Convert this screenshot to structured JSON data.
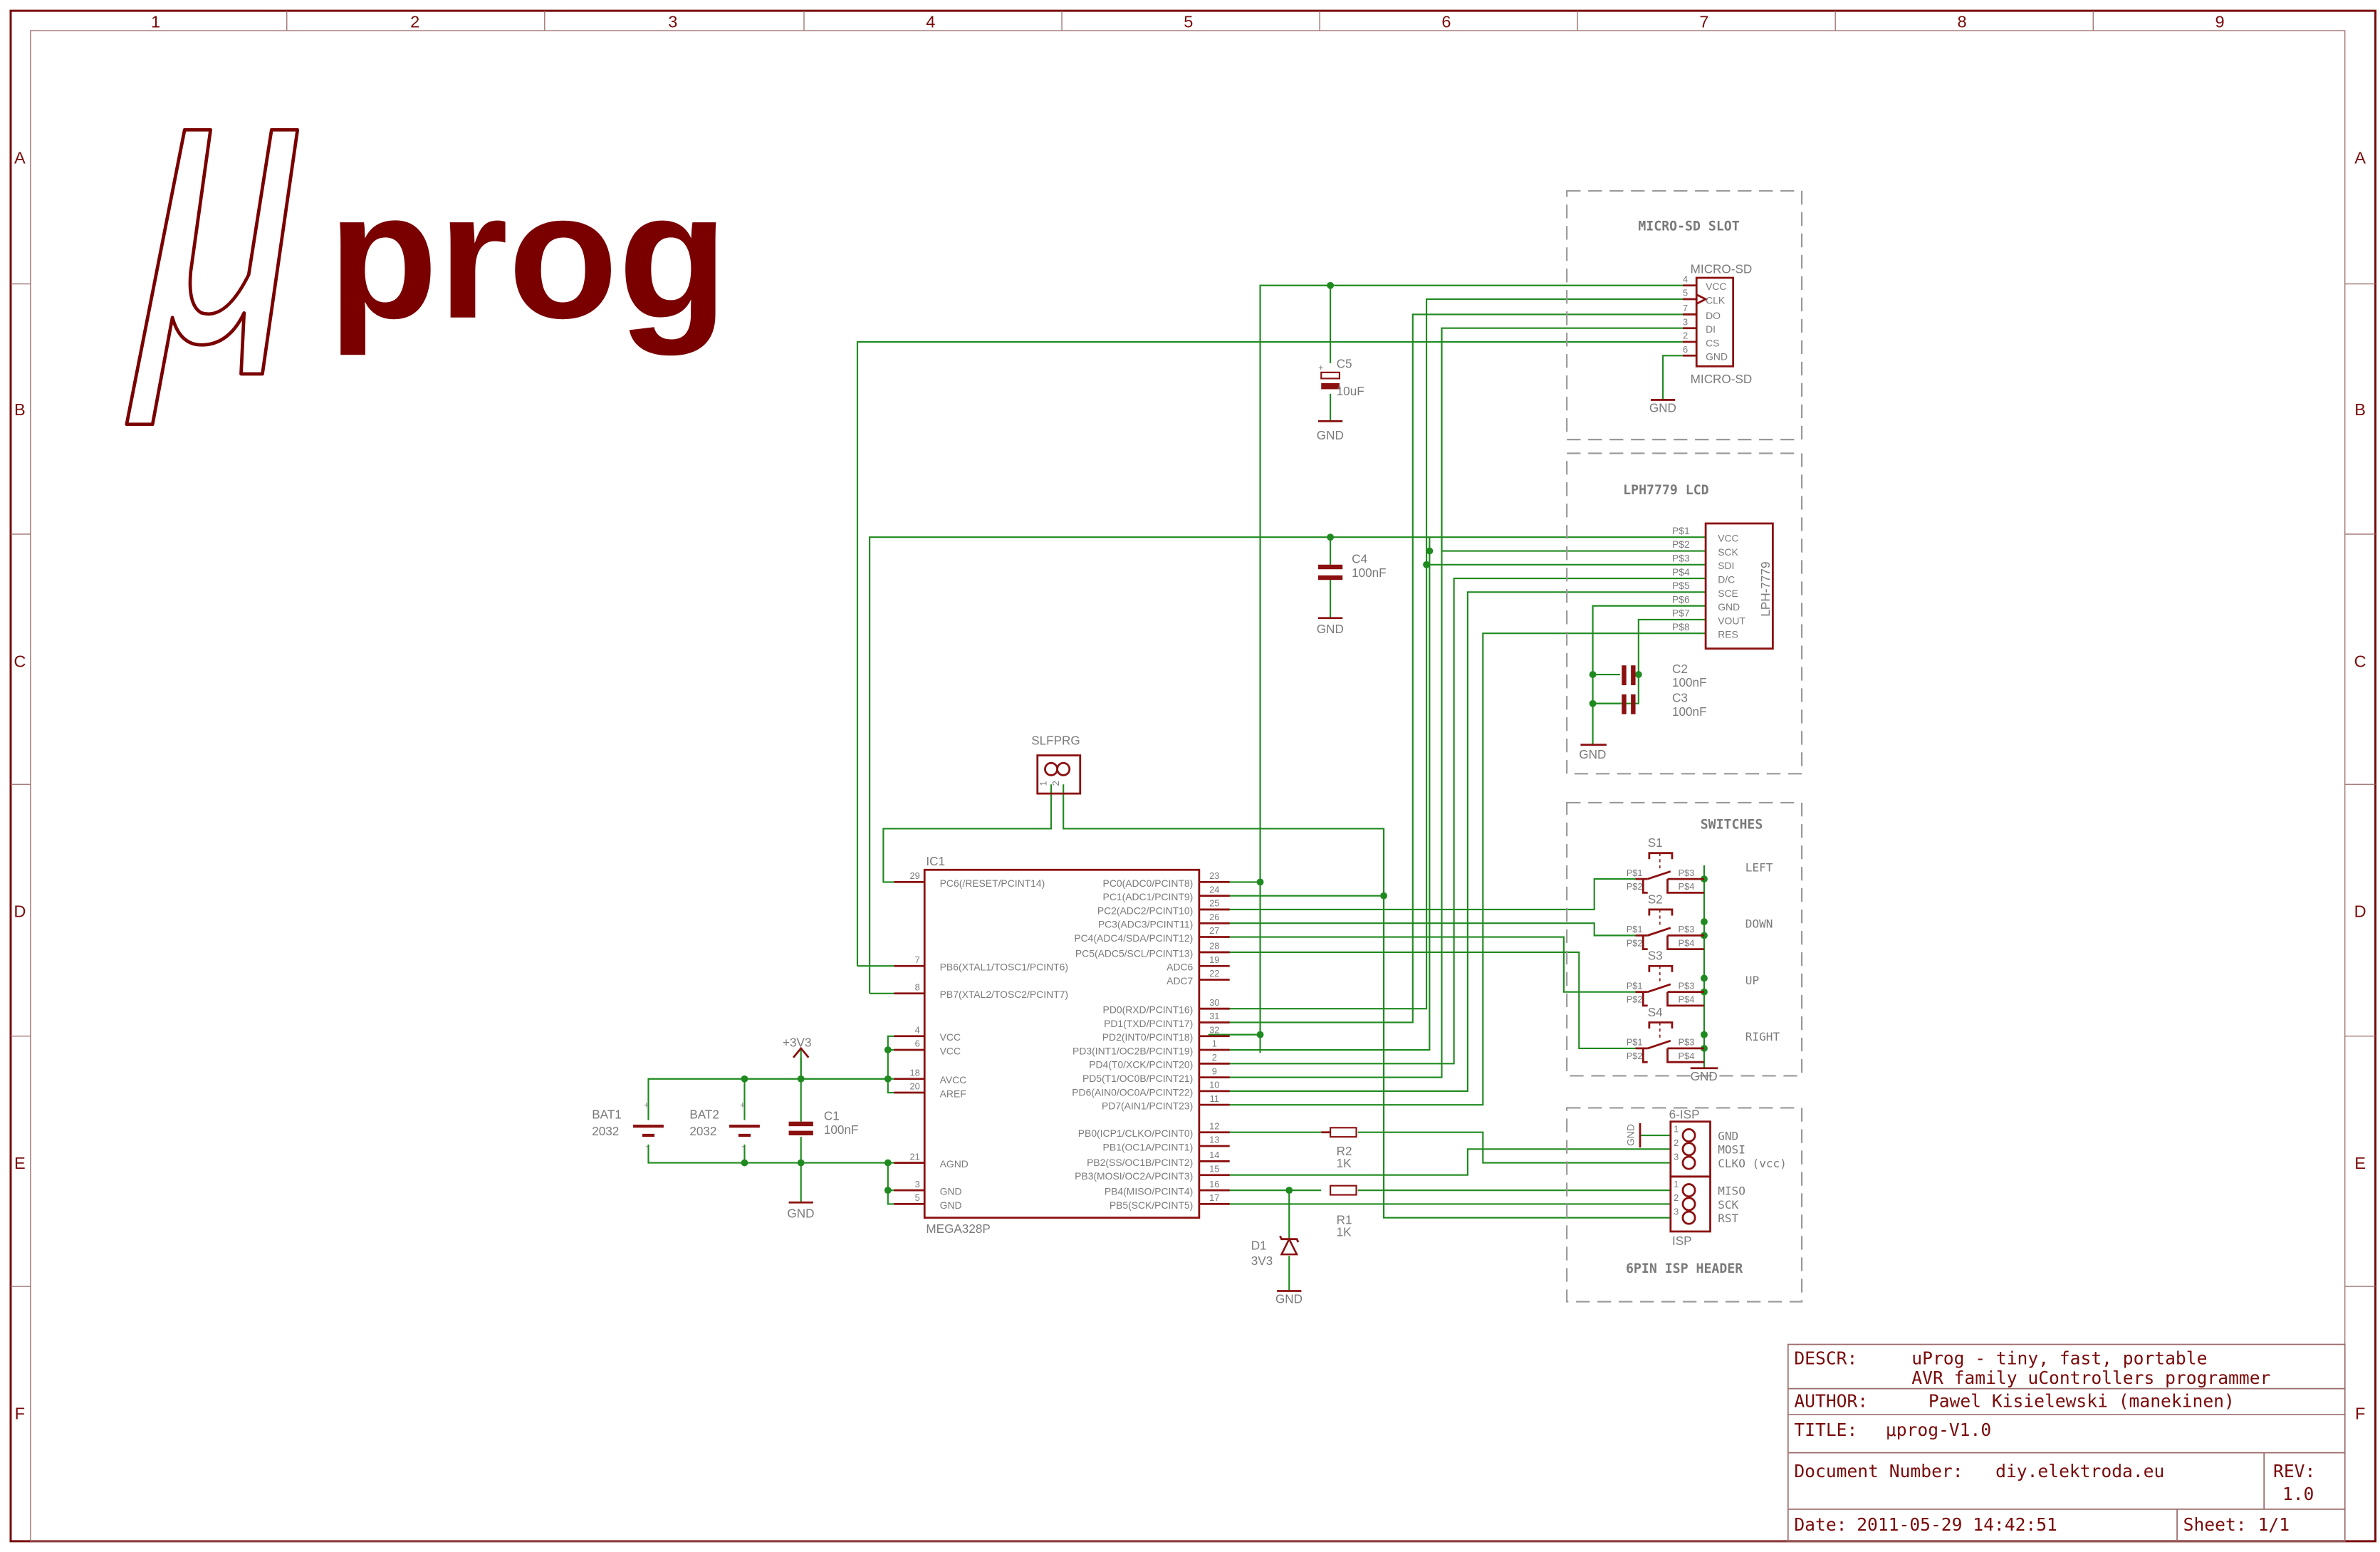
{
  "frame": {
    "columns": [
      "1",
      "2",
      "3",
      "4",
      "5",
      "6",
      "7",
      "8",
      "9"
    ],
    "rows": [
      "A",
      "B",
      "C",
      "D",
      "E",
      "F"
    ]
  },
  "logo": {
    "mu": "μ",
    "text": "prog",
    "color": "#7a0000"
  },
  "colors": {
    "wire": "#1f8a1f",
    "part": "#8b1010",
    "text": "#7a7a7a",
    "frame": "#7a0b0b"
  },
  "sections": {
    "microsd": {
      "title": "MICRO-SD SLOT",
      "name": "MICRO-SD",
      "value": "MICRO-SD",
      "pins": [
        {
          "num": "4",
          "name": "VCC"
        },
        {
          "num": "5",
          "name": "CLK"
        },
        {
          "num": "7",
          "name": "DO"
        },
        {
          "num": "3",
          "name": "DI"
        },
        {
          "num": "2",
          "name": "CS"
        },
        {
          "num": "6",
          "name": "GND"
        }
      ],
      "gnd": "GND"
    },
    "lcd": {
      "title": "LPH7779 LCD",
      "value": "LPH-7779",
      "pins": [
        {
          "num": "P$1",
          "name": "VCC"
        },
        {
          "num": "P$2",
          "name": "SCK"
        },
        {
          "num": "P$3",
          "name": "SDI"
        },
        {
          "num": "P$4",
          "name": "D/C"
        },
        {
          "num": "P$5",
          "name": "SCE"
        },
        {
          "num": "P$6",
          "name": "GND"
        },
        {
          "num": "P$7",
          "name": "VOUT"
        },
        {
          "num": "P$8",
          "name": "RES"
        }
      ],
      "c2": {
        "name": "C2",
        "value": "100nF"
      },
      "c3": {
        "name": "C3",
        "value": "100nF"
      },
      "gnd": "GND"
    },
    "switches": {
      "title": "SWITCHES",
      "items": [
        {
          "name": "S1",
          "label": "LEFT"
        },
        {
          "name": "S2",
          "label": "DOWN"
        },
        {
          "name": "S3",
          "label": "UP"
        },
        {
          "name": "S4",
          "label": "RIGHT"
        }
      ],
      "p1": "P$1",
      "p2": "P$2",
      "p3": "P$3",
      "p4": "P$4",
      "gnd": "GND"
    },
    "isp": {
      "title": "6PIN ISP HEADER",
      "name": "6-ISP",
      "value": "ISP",
      "gnd": "GND",
      "pins_top": [
        {
          "num": "1",
          "name": "GND"
        },
        {
          "num": "2",
          "name": "MOSI"
        },
        {
          "num": "3",
          "name": "CLKO (vcc)"
        }
      ],
      "pins_bottom": [
        {
          "num": "1",
          "name": "MISO"
        },
        {
          "num": "2",
          "name": "SCK"
        },
        {
          "num": "3",
          "name": "RST"
        }
      ]
    }
  },
  "ic1": {
    "name": "IC1",
    "value": "MEGA328P",
    "left_pins": [
      {
        "num": "29",
        "name": "PC6(/RESET/PCINT14)"
      },
      {
        "num": "7",
        "name": "PB6(XTAL1/TOSC1/PCINT6)"
      },
      {
        "num": "8",
        "name": "PB7(XTAL2/TOSC2/PCINT7)"
      },
      {
        "num": "4",
        "name": "VCC"
      },
      {
        "num": "6",
        "name": "VCC"
      },
      {
        "num": "18",
        "name": "AVCC"
      },
      {
        "num": "20",
        "name": "AREF"
      },
      {
        "num": "21",
        "name": "AGND"
      },
      {
        "num": "3",
        "name": "GND"
      },
      {
        "num": "5",
        "name": "GND"
      }
    ],
    "right_pins": [
      {
        "num": "23",
        "name": "PC0(ADC0/PCINT8)"
      },
      {
        "num": "24",
        "name": "PC1(ADC1/PCINT9)"
      },
      {
        "num": "25",
        "name": "PC2(ADC2/PCINT10)"
      },
      {
        "num": "26",
        "name": "PC3(ADC3/PCINT11)"
      },
      {
        "num": "27",
        "name": "PC4(ADC4/SDA/PCINT12)"
      },
      {
        "num": "28",
        "name": "PC5(ADC5/SCL/PCINT13)"
      },
      {
        "num": "19",
        "name": "ADC6"
      },
      {
        "num": "22",
        "name": "ADC7"
      },
      {
        "num": "30",
        "name": "PD0(RXD/PCINT16)"
      },
      {
        "num": "31",
        "name": "PD1(TXD/PCINT17)"
      },
      {
        "num": "32",
        "name": "PD2(INT0/PCINT18)"
      },
      {
        "num": "1",
        "name": "PD3(INT1/OC2B/PCINT19)"
      },
      {
        "num": "2",
        "name": "PD4(T0/XCK/PCINT20)"
      },
      {
        "num": "9",
        "name": "PD5(T1/OC0B/PCINT21)"
      },
      {
        "num": "10",
        "name": "PD6(AIN0/OC0A/PCINT22)"
      },
      {
        "num": "11",
        "name": "PD7(AIN1/PCINT23)"
      },
      {
        "num": "12",
        "name": "PB0(ICP1/CLKO/PCINT0)"
      },
      {
        "num": "13",
        "name": "PB1(OC1A/PCINT1)"
      },
      {
        "num": "14",
        "name": "PB2(SS/OC1B/PCINT2)"
      },
      {
        "num": "15",
        "name": "PB3(MOSI/OC2A/PCINT3)"
      },
      {
        "num": "16",
        "name": "PB4(MISO/PCINT4)"
      },
      {
        "num": "17",
        "name": "PB5(SCK/PCINT5)"
      }
    ]
  },
  "components": {
    "slfprg": {
      "name": "SLFPRG",
      "pin1": "1",
      "pin2": "2"
    },
    "c5": {
      "name": "C5",
      "value": "10uF",
      "plus": "+"
    },
    "c4": {
      "name": "C4",
      "value": "100nF"
    },
    "c1": {
      "name": "C1",
      "value": "100nF"
    },
    "bat1": {
      "name": "BAT1",
      "value": "2032",
      "plus": "+",
      "minus": "-"
    },
    "bat2": {
      "name": "BAT2",
      "value": "2032",
      "plus": "+",
      "minus": "-"
    },
    "supply": "+3V3",
    "r1": {
      "name": "R1",
      "value": "1K"
    },
    "r2": {
      "name": "R2",
      "value": "1K"
    },
    "d1": {
      "name": "D1",
      "value": "3V3"
    },
    "gnd": "GND"
  },
  "title_block": {
    "descr_label": "DESCR:",
    "descr_line1": "uProg - tiny, fast, portable",
    "descr_line2": "AVR family uControllers programmer",
    "author_label": "AUTHOR:",
    "author": "Pawel Kisielewski (manekinen)",
    "title_label": "TITLE:",
    "title": "μprog-V1.0",
    "docnum_label": "Document Number:",
    "docnum": "diy.elektroda.eu",
    "rev_label": "REV:",
    "rev": "1.0",
    "date_label": "Date:",
    "date": "2011-05-29 14:42:51",
    "sheet_label": "Sheet:",
    "sheet": "1/1"
  }
}
